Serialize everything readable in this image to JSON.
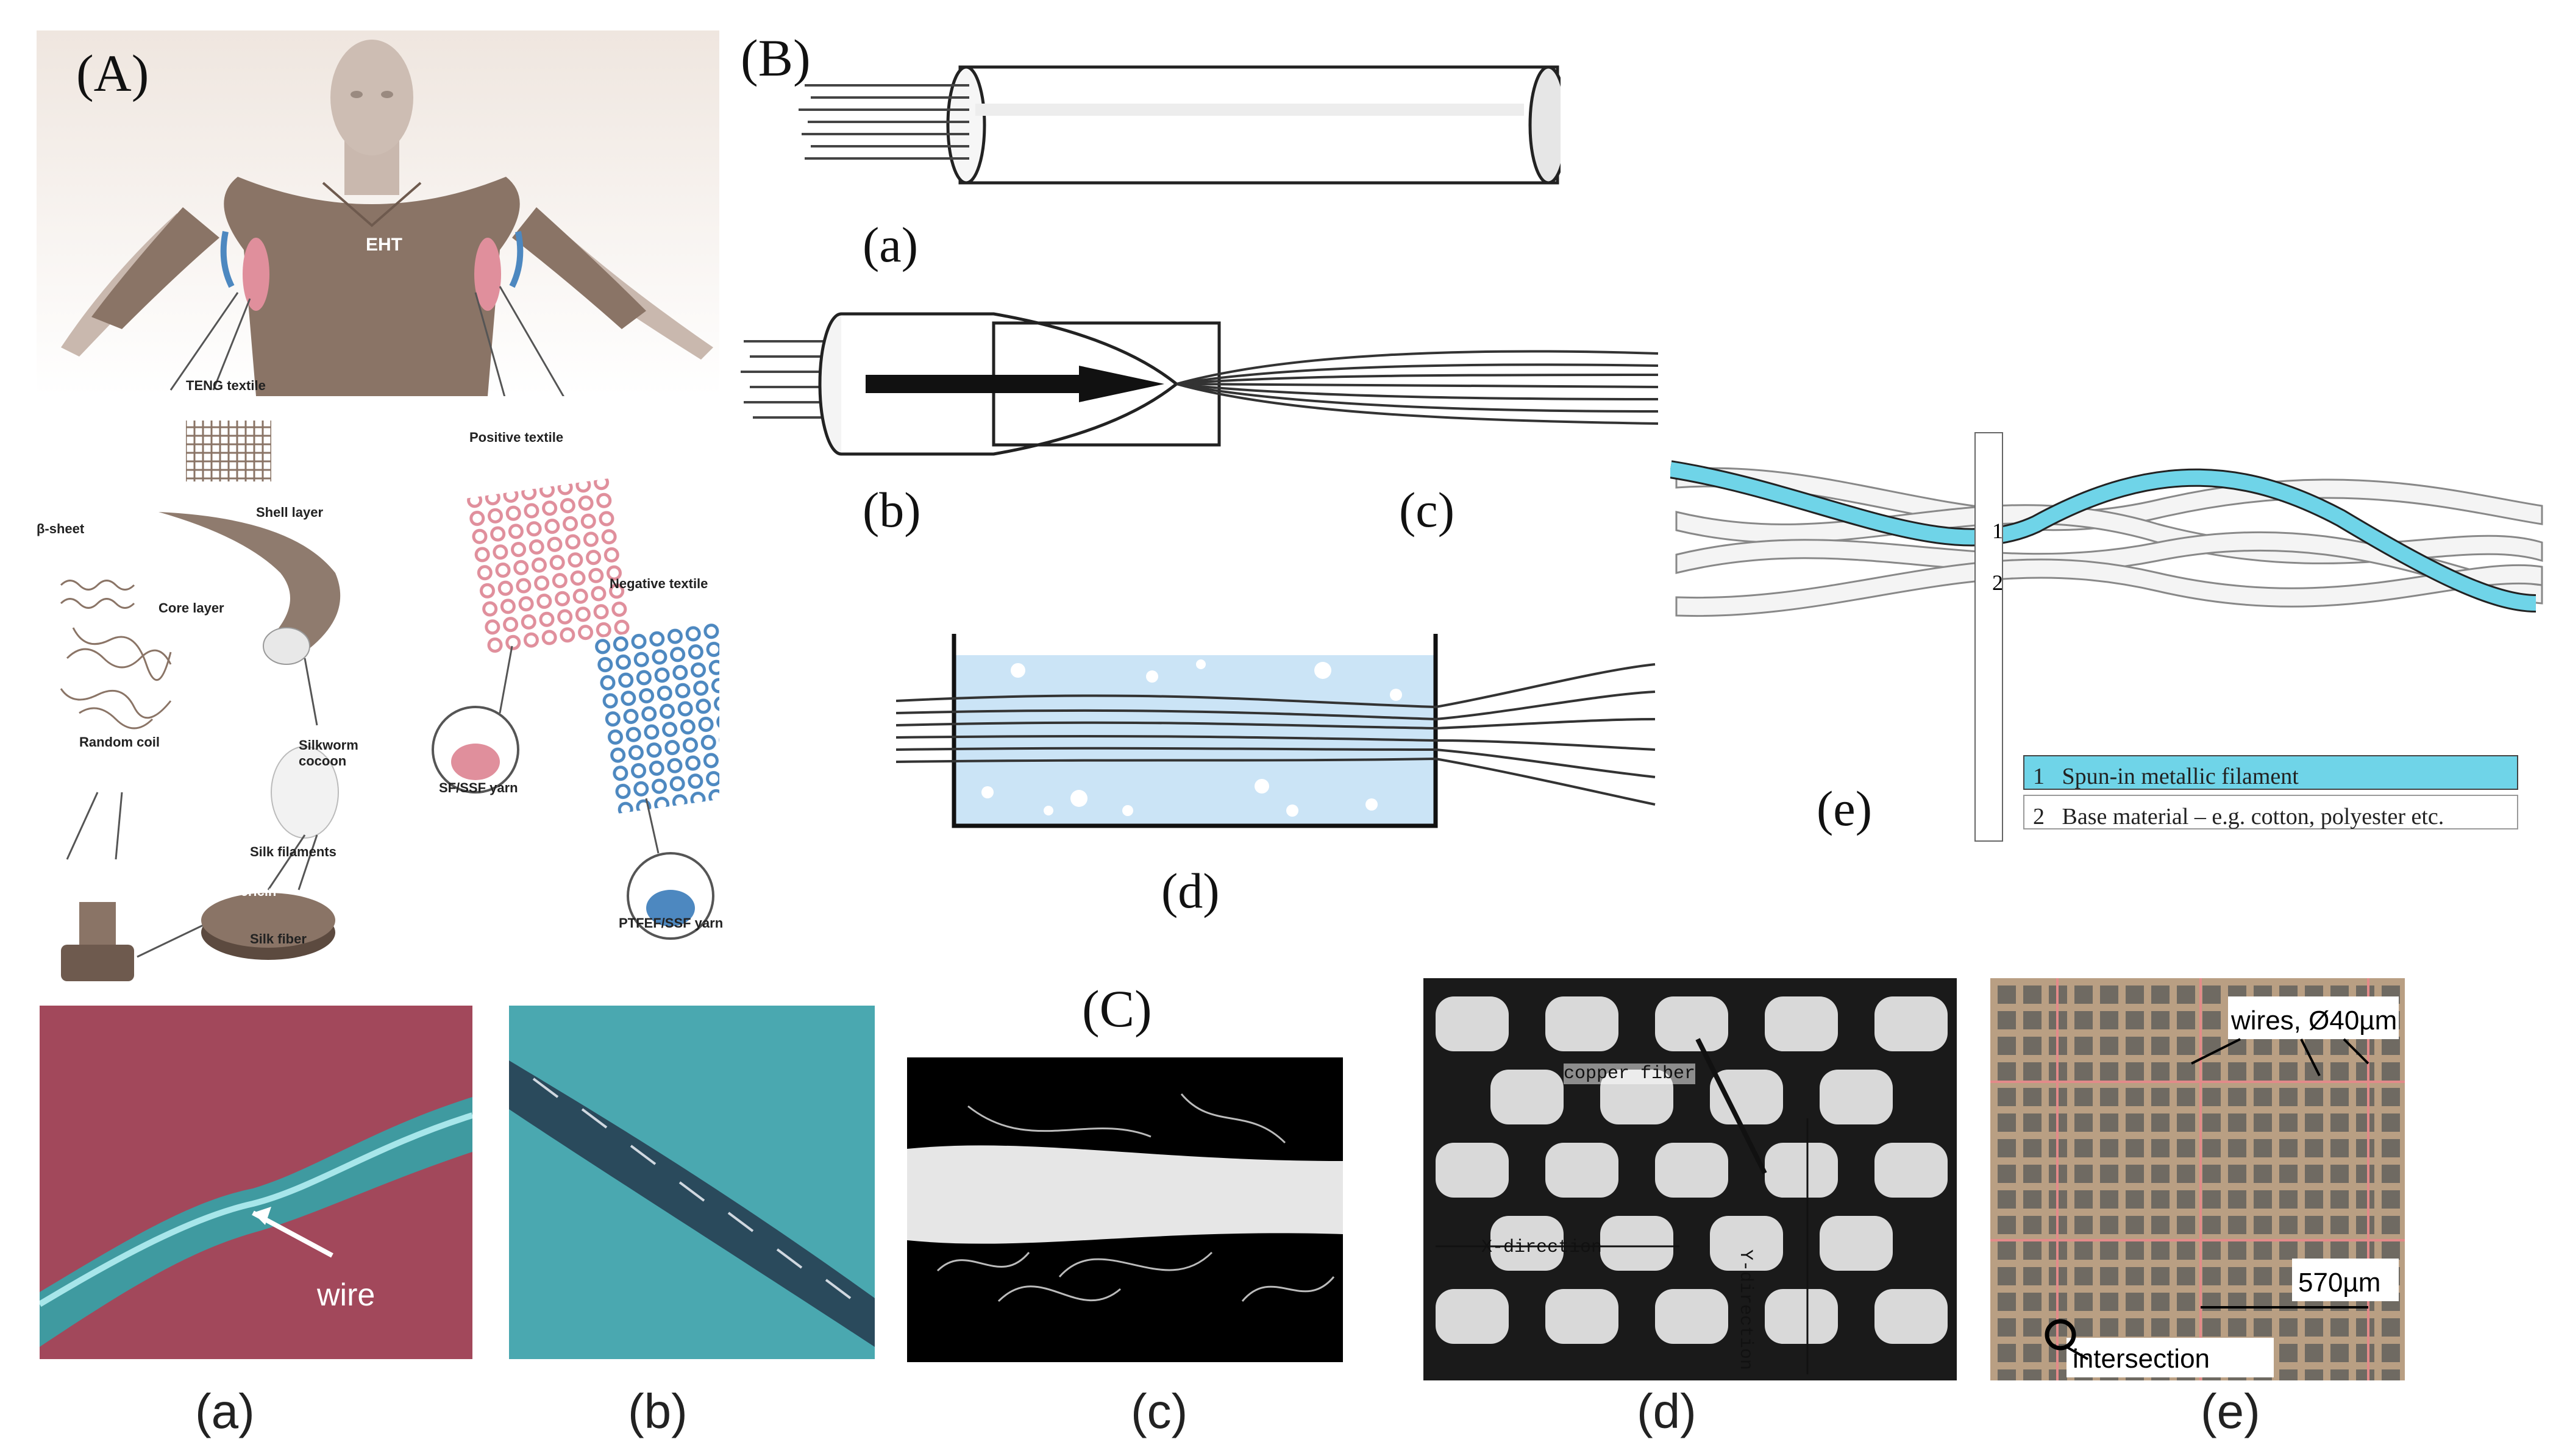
{
  "panelA": {
    "letter": "(A)",
    "eht": "EHT",
    "labels": {
      "teng": "TENG textile",
      "shell": "Shell layer",
      "core": "Core layer",
      "beta": "β-sheet",
      "random": "Random coil",
      "cocoon": "Silkworm cocoon",
      "filaments": "Silk filaments",
      "sericin": "Sericin",
      "fiber": "Silk fiber",
      "positive": "Positive textile",
      "negative": "Negative textile",
      "sfssf": "SF/SSF yarn",
      "ptfef": "PTFEF/SSF yarn"
    }
  },
  "panelB": {
    "letter": "(B)",
    "a": "(a)",
    "b": "(b)",
    "c": "(c)",
    "d": "(d)",
    "e": "(e)",
    "legend1": "1   Spun-in metallic filament",
    "legend2": "2   Base material – e.g. cotton, polyester etc.",
    "num1": "1",
    "num2": "2"
  },
  "panelC": {
    "letter": "(C)",
    "a": "(a)",
    "b": "(b)",
    "c": "(c)",
    "d": "(d)",
    "e": "(e)",
    "wire": "wire",
    "copper": "copper fiber",
    "xdir": "X-direction",
    "ydir": "Y-direction",
    "wires": "wires, Ø40µm",
    "spacing": "570µm",
    "intersection": "intersection"
  },
  "colors": {
    "shirt": "#8a7466",
    "skin": "#c9b8ae",
    "pink": "#e08f9c",
    "blue": "#4d88c0",
    "cyan": "#6fd4e8",
    "water": "#cbe4f6",
    "photoRed": "#a2485b",
    "photoTeal": "#3f9aa0"
  }
}
